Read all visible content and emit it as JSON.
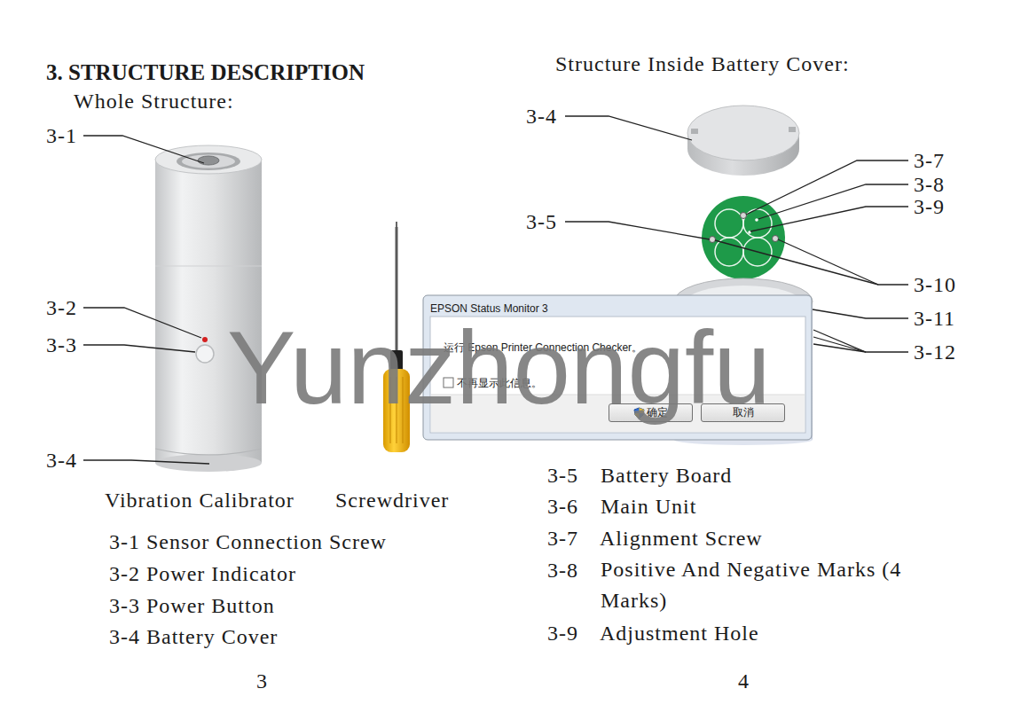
{
  "diagram": {
    "title": "3. STRUCTURE DESCRIPTION",
    "nodes": [
      {
        "text": [
          "EPSON Status Monitor 3",
          "运行 Epson Printer Connection Checker。",
          "不再显示此信息。"
        ]
      },
      {
        "text": [
          "确定"
        ],
        "in": 0
      },
      {
        "text": [
          "取消"
        ],
        "in": 0
      }
    ],
    "labels": [
      "Whole Structure:",
      "3-1",
      "3-2",
      "3-3",
      "3-4",
      "Vibration Calibrator",
      "Screwdriver",
      "3-1 Sensor Connection Screw",
      "3-2 Power Indicator",
      "3-3 Power Button",
      "3-4 Battery Cover",
      "3",
      "Structure Inside Battery Cover:",
      "3-4",
      "3-7",
      "3-8",
      "3-9",
      "3-5",
      "3-10",
      "3-11",
      "3-12",
      "3-5",
      "Battery Board",
      "3-6",
      "Main Unit",
      "3-7",
      "Alignment Screw",
      "3-8",
      "Positive And Negative Marks (4 Marks)",
      "3-9",
      "Adjustment Hole",
      "4",
      "Yunzhongfu"
    ]
  }
}
